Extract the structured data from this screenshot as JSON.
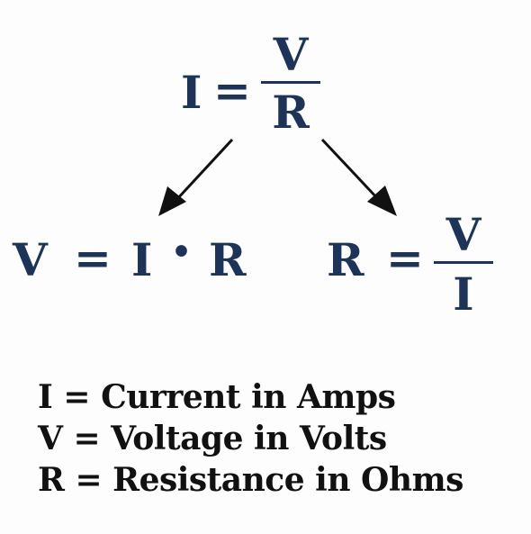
{
  "top_formula": {
    "lhs": "I",
    "eq": "=",
    "numerator": "V",
    "denominator": "R"
  },
  "left_formula": {
    "lhs": "V",
    "eq": "=",
    "term1": "I",
    "dot": "•",
    "term2": "R"
  },
  "right_formula": {
    "lhs": "R",
    "eq": "=",
    "numerator": "V",
    "denominator": "I"
  },
  "legend": [
    {
      "text": "I = Current in Amps"
    },
    {
      "text": "V = Voltage in Volts"
    },
    {
      "text": "R = Resistance in Ohms"
    }
  ],
  "colors": {
    "formula": "#1d3357",
    "legend": "#111111",
    "arrow": "#111111"
  }
}
